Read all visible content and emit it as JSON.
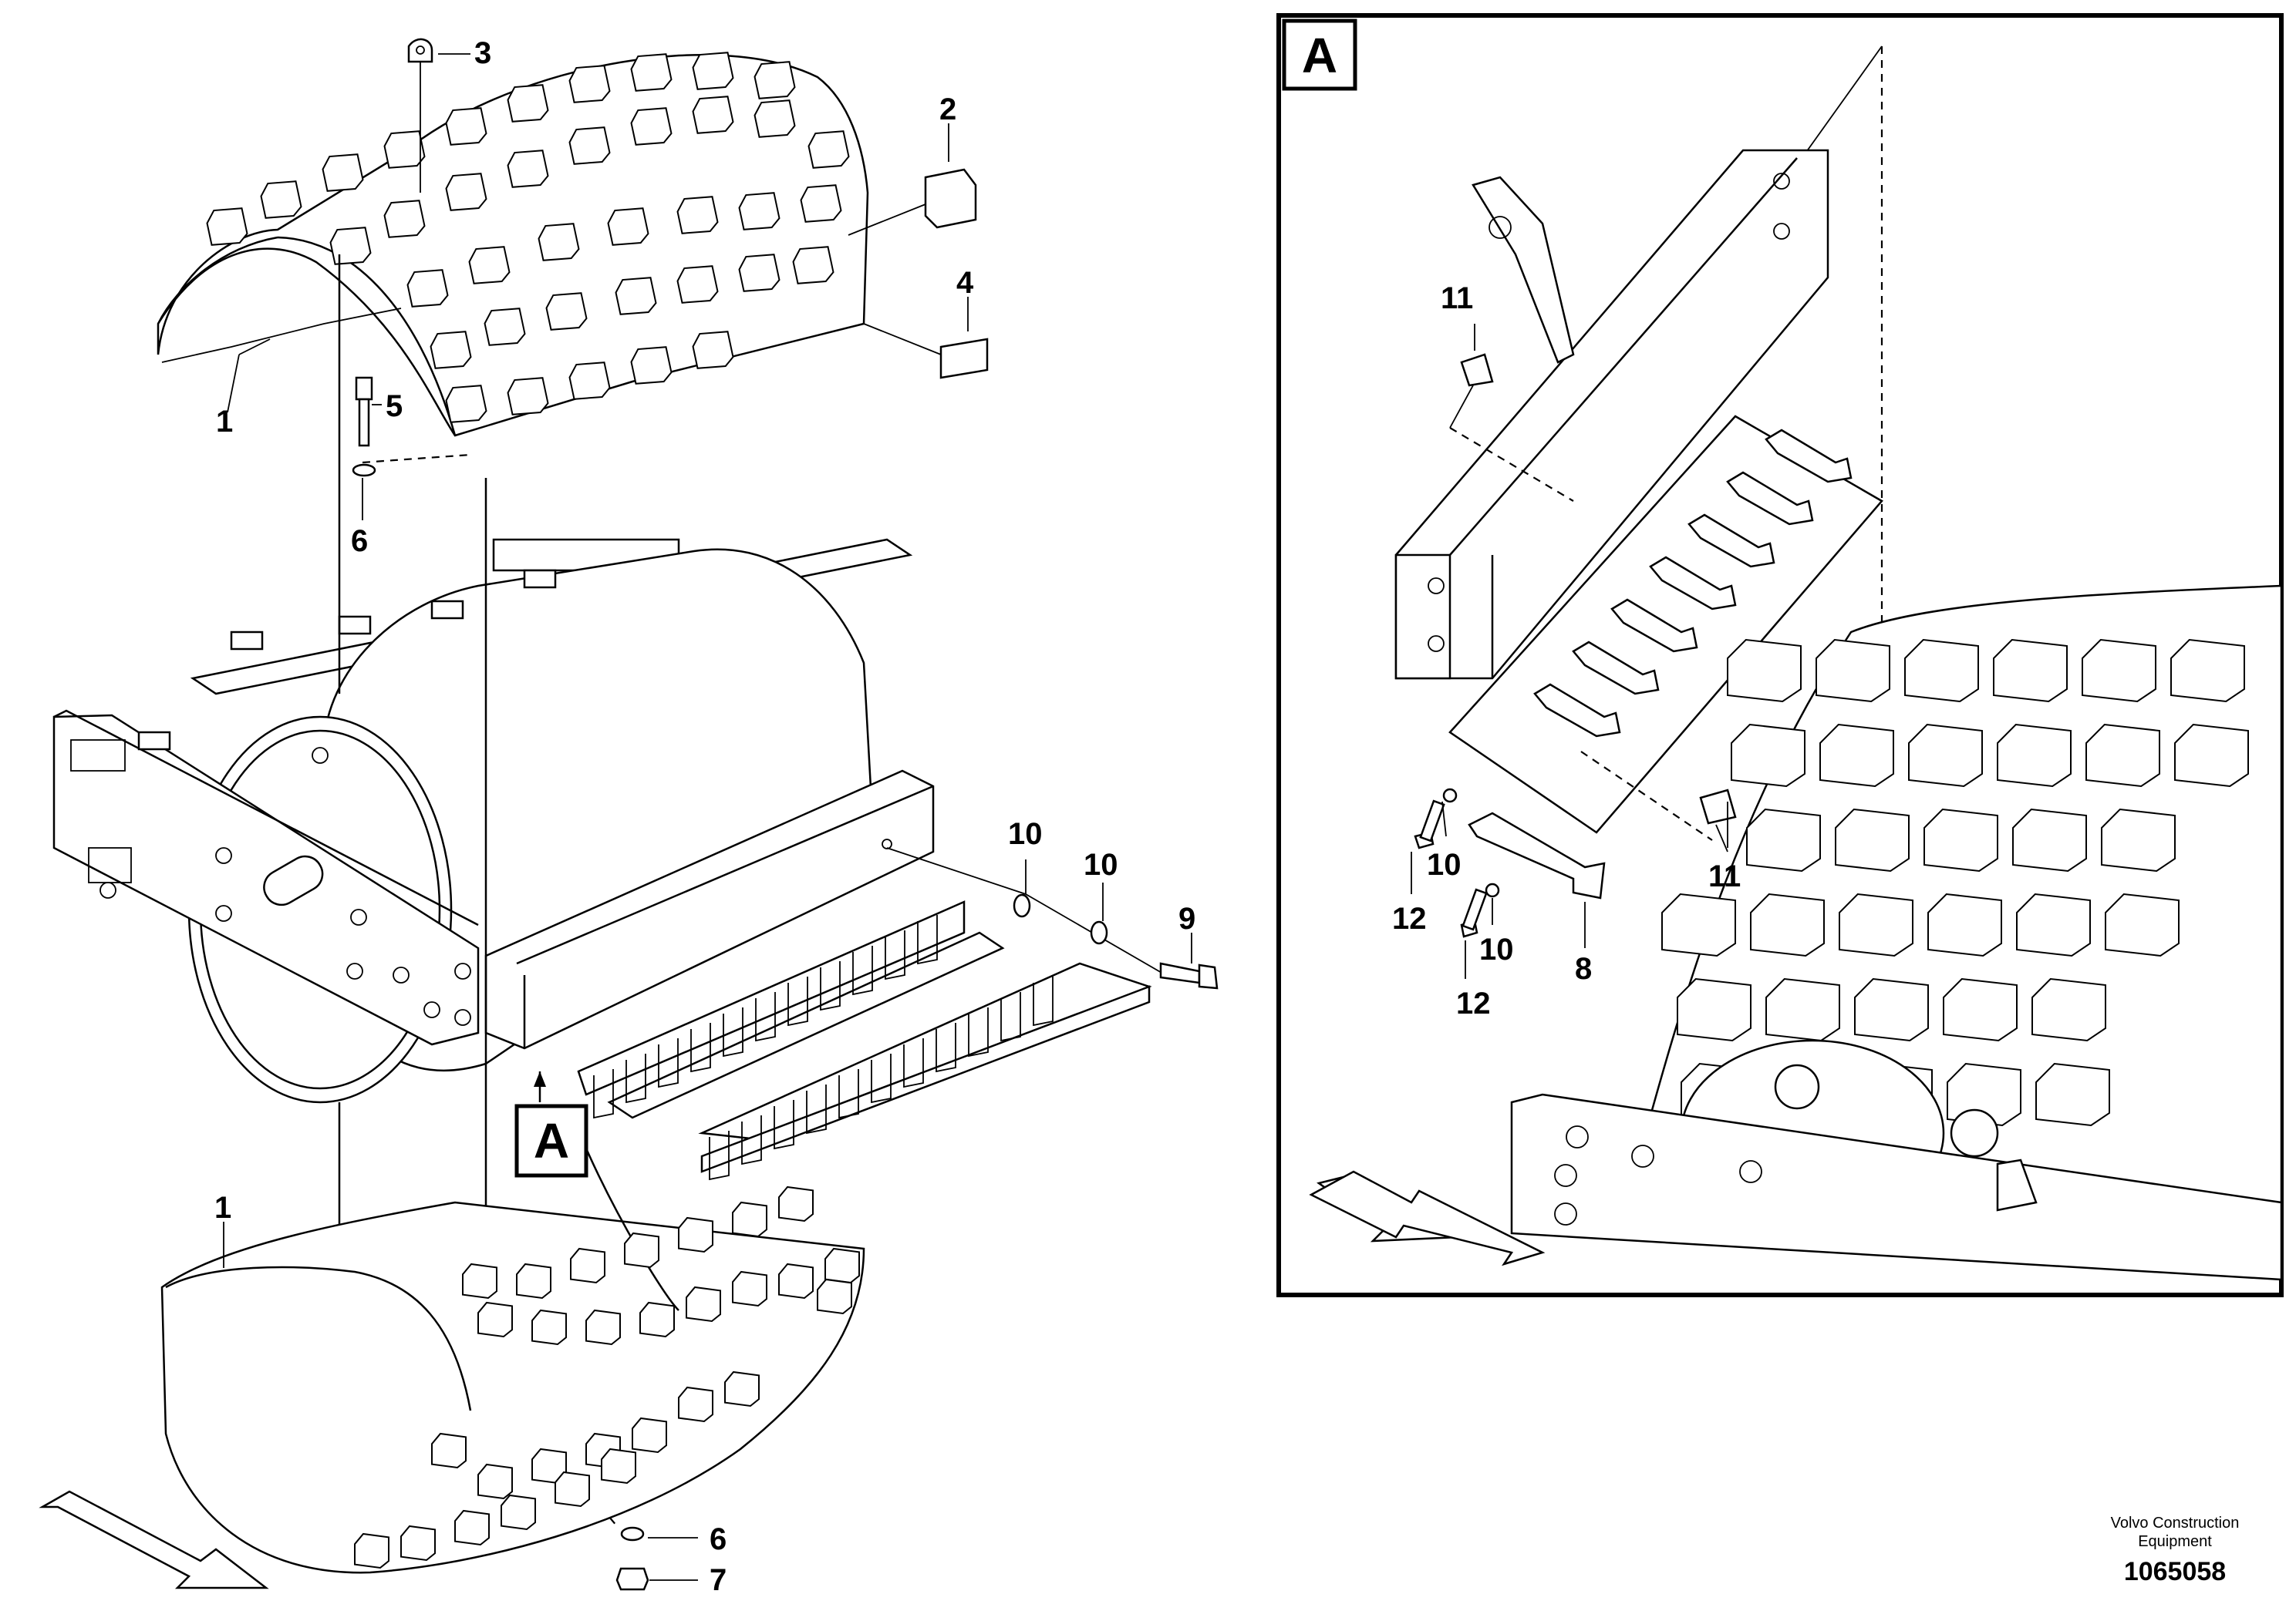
{
  "callouts": {
    "main": [
      {
        "id": "c3",
        "text": "3"
      },
      {
        "id": "c2",
        "text": "2"
      },
      {
        "id": "c4",
        "text": "4"
      },
      {
        "id": "c5",
        "text": "5"
      },
      {
        "id": "c1a",
        "text": "1"
      },
      {
        "id": "c6a",
        "text": "6"
      },
      {
        "id": "c10a",
        "text": "10"
      },
      {
        "id": "c10b",
        "text": "10"
      },
      {
        "id": "c9",
        "text": "9"
      },
      {
        "id": "c1b",
        "text": "1"
      },
      {
        "id": "c6b",
        "text": "6"
      },
      {
        "id": "c7",
        "text": "7"
      }
    ],
    "detail": [
      {
        "id": "d11a",
        "text": "11"
      },
      {
        "id": "d11b",
        "text": "11"
      },
      {
        "id": "d10a",
        "text": "10"
      },
      {
        "id": "d12a",
        "text": "12"
      },
      {
        "id": "d10b",
        "text": "10"
      },
      {
        "id": "d12b",
        "text": "12"
      },
      {
        "id": "d8",
        "text": "8"
      }
    ]
  },
  "detail_marker": {
    "label": "A"
  },
  "detail_box": {
    "label": "A"
  },
  "footer": {
    "company_line1": "Volvo Construction",
    "company_line2": "Equipment",
    "drawing_number": "1065058"
  }
}
